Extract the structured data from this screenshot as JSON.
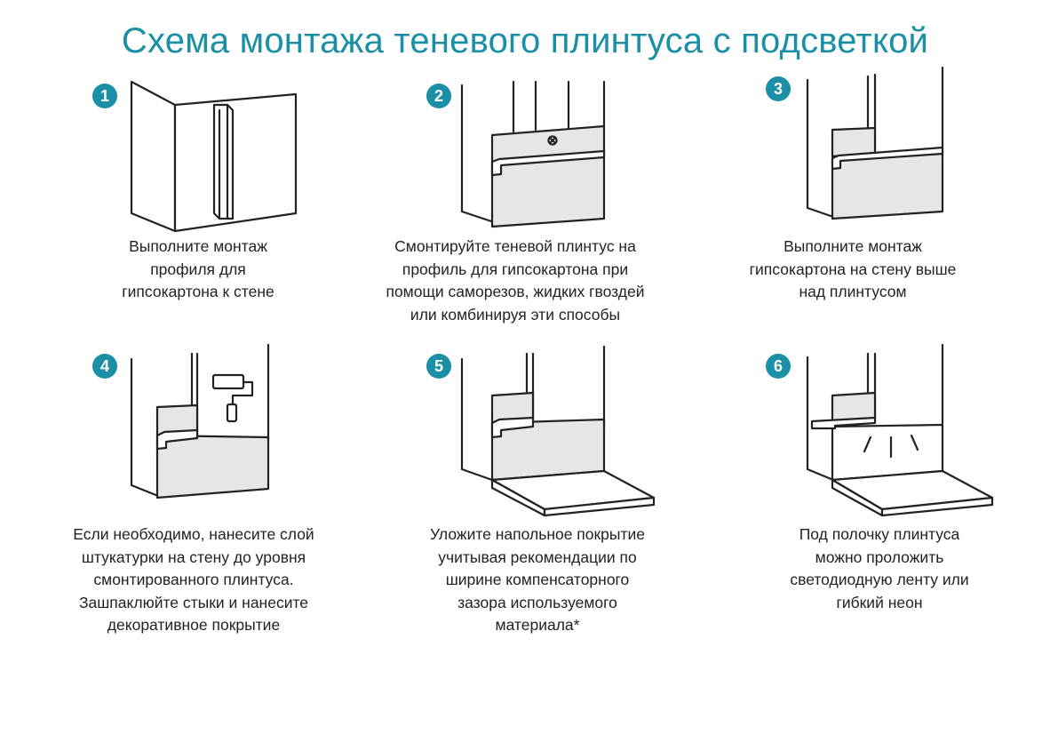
{
  "title": "Схема монтажа теневого плинтуса с подсветкой",
  "steps": [
    {
      "num": "1",
      "lines": [
        "Выполните монтаж",
        "профиля для",
        "гипсокартона к стене"
      ]
    },
    {
      "num": "2",
      "lines": [
        "Смонтируйте теневой плинтус на",
        "профиль для гипсокартона при",
        "помощи саморезов, жидких гвоздей",
        "или комбинируя эти способы"
      ]
    },
    {
      "num": "3",
      "lines": [
        "Выполните монтаж",
        "гипсокартона на стену выше",
        "над плинтусом"
      ]
    },
    {
      "num": "4",
      "lines": [
        "Если необходимо, нанесите слой",
        "штукатурки на стену до уровня",
        "смонтированного плинтуса.",
        "Зашпаклюйте стыки и нанесите",
        "декоративное покрытие"
      ]
    },
    {
      "num": "5",
      "lines": [
        "Уложите напольное покрытие",
        "учитывая рекомендации по",
        "ширине компенсаторного",
        "зазора используемого",
        "материала*"
      ]
    },
    {
      "num": "6",
      "lines": [
        "Под полочку плинтуса",
        "можно проложить",
        "светодиодную ленту или",
        "гибкий неон"
      ]
    }
  ],
  "colors": {
    "accent": "#1a8fa6",
    "panel_fill": "#e6e6e6",
    "line": "#222222"
  }
}
